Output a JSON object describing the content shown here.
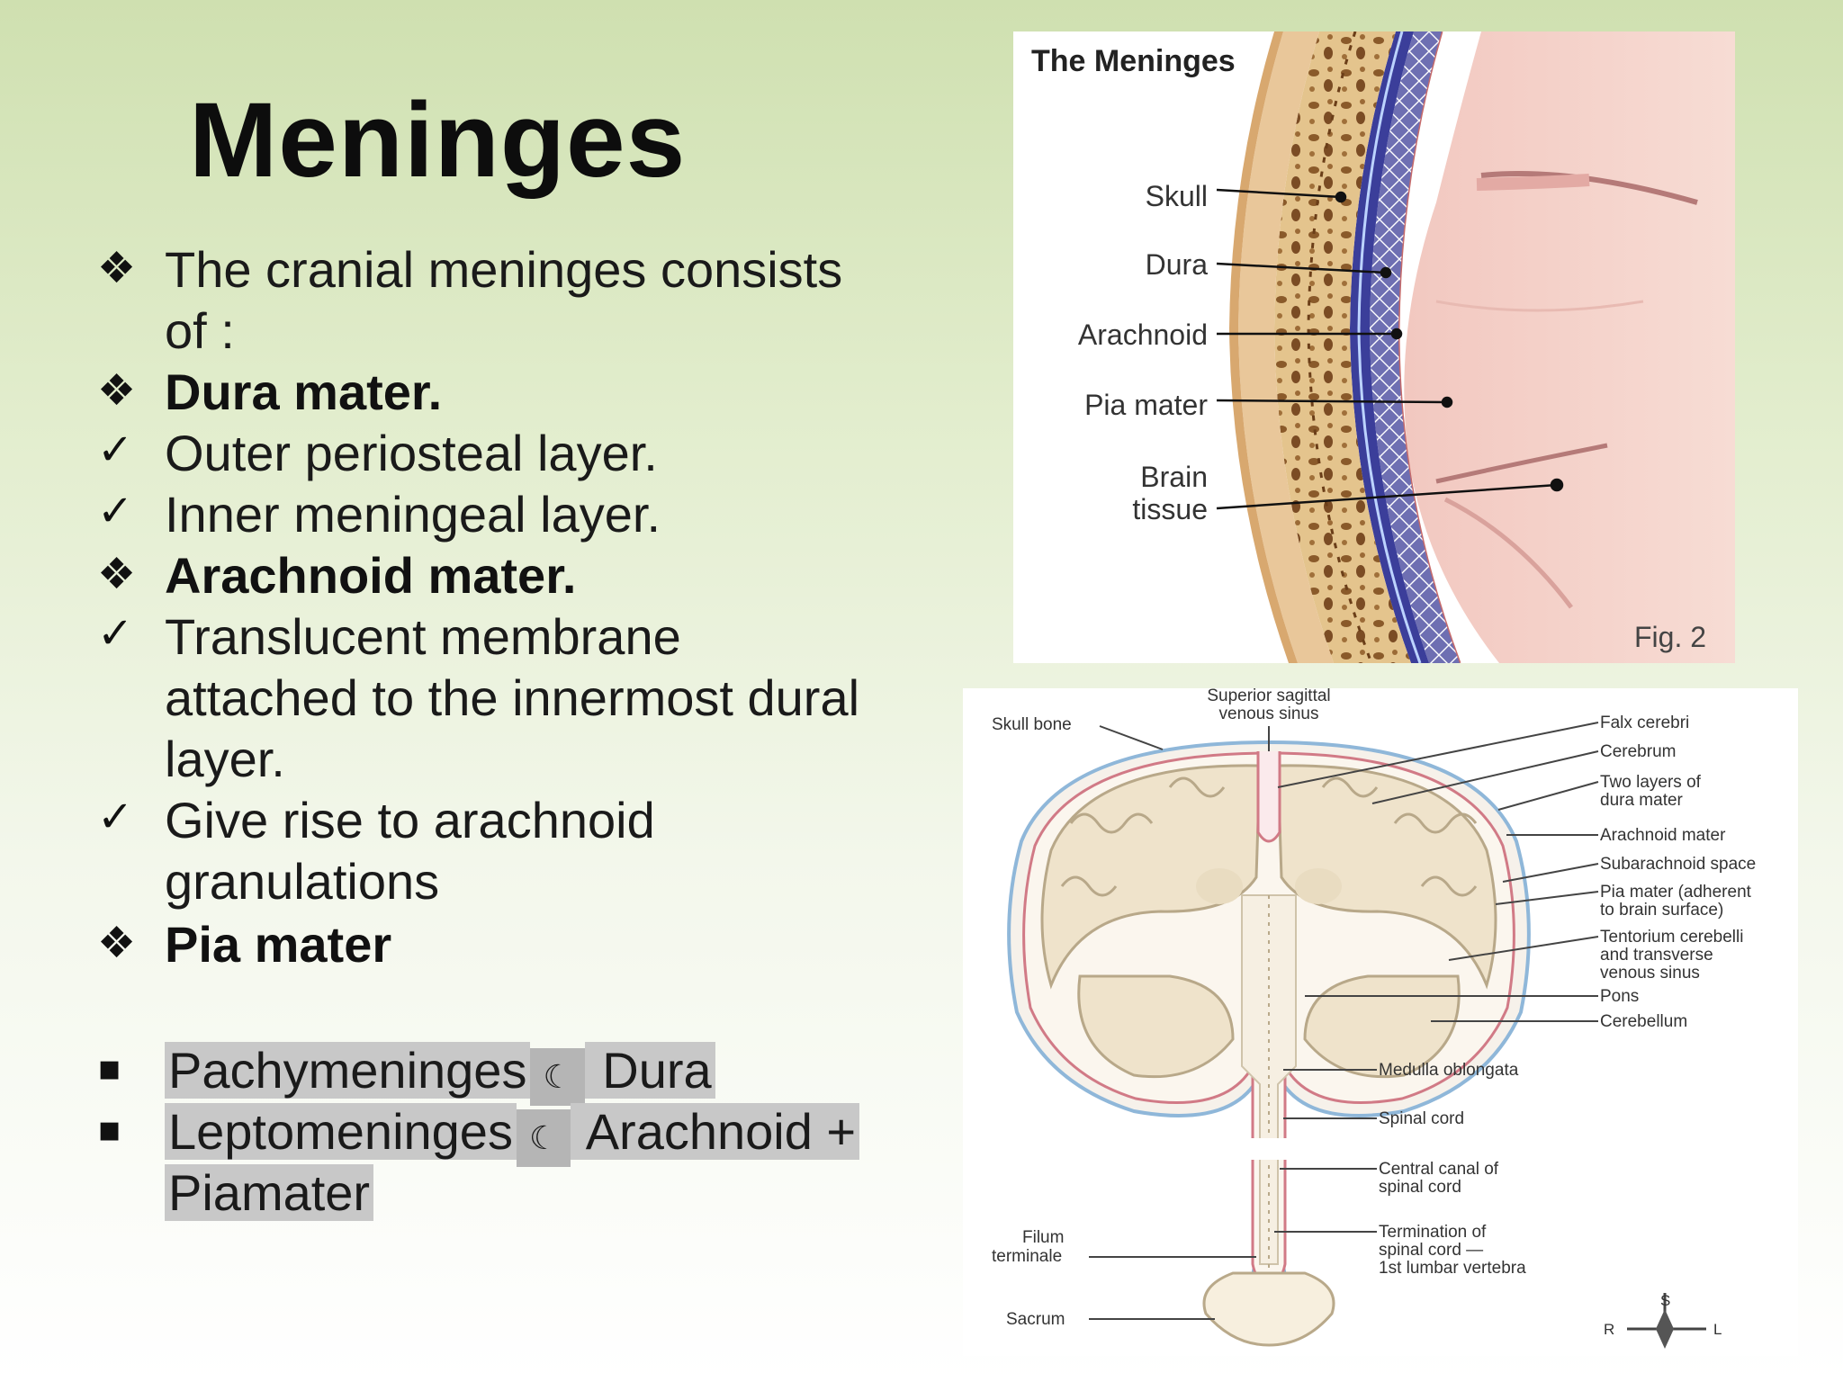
{
  "title": "Meninges",
  "bullets": [
    {
      "marker": "❖",
      "lines": [
        "The cranial meninges consists",
        "of :"
      ],
      "bold": false
    },
    {
      "marker": "❖",
      "lines": [
        "Dura mater."
      ],
      "bold": true
    },
    {
      "marker": "✓",
      "lines": [
        "Outer periosteal layer."
      ],
      "bold": false
    },
    {
      "marker": "✓",
      "lines": [
        " Inner meningeal layer."
      ],
      "bold": false
    },
    {
      "marker": "❖",
      "lines": [
        " Arachnoid mater."
      ],
      "bold": true
    },
    {
      "marker": "✓",
      "lines": [
        " Translucent membrane",
        "attached to the innermost dural",
        "layer."
      ],
      "bold": false
    },
    {
      "marker": "✓",
      "lines": [
        " Give rise to arachnoid",
        "granulations"
      ],
      "bold": false
    },
    {
      "marker": "❖",
      "lines": [
        "Pia mater"
      ],
      "bold": true
    }
  ],
  "terms": {
    "pachy": {
      "marker": "▪",
      "term": "Pachymeninges",
      "arrow": "☾",
      "value": " Dura "
    },
    "lepto": {
      "marker": "▪",
      "term": "Leptomeninges",
      "arrow": "☾",
      "value": " Arachnoid +",
      "continuation": "Piamater"
    }
  },
  "figure1": {
    "title": "The Meninges",
    "labels": [
      "Skull",
      "Dura",
      "Arachnoid",
      "Pia mater",
      "Brain",
      "tissue"
    ],
    "caption": "Fig. 2"
  },
  "figure2": {
    "top_label": [
      "Superior sagittal",
      "venous sinus"
    ],
    "left_labels": {
      "skull_bone": "Skull bone",
      "filum": [
        "Filum",
        "terminale"
      ],
      "sacrum": "Sacrum"
    },
    "right_labels": {
      "falx": "Falx cerebri",
      "cerebrum": "Cerebrum",
      "two_layers": [
        "Two layers of",
        "dura mater"
      ],
      "arachnoid": "Arachnoid mater",
      "subarachnoid": "Subarachnoid space",
      "pia": [
        "Pia mater (adherent",
        "to brain surface)"
      ],
      "tentorium": [
        "Tentorium cerebelli",
        "and transverse",
        "venous sinus"
      ],
      "pons": "Pons",
      "cerebellum": "Cerebellum",
      "medulla": "Medulla oblongata",
      "spinal": "Spinal cord",
      "central": [
        "Central canal of",
        "spinal cord"
      ],
      "termination": [
        "Termination of",
        "spinal cord —",
        "1st lumbar vertebra"
      ]
    },
    "compass": {
      "s": "S",
      "r": "R",
      "l": "L"
    }
  }
}
